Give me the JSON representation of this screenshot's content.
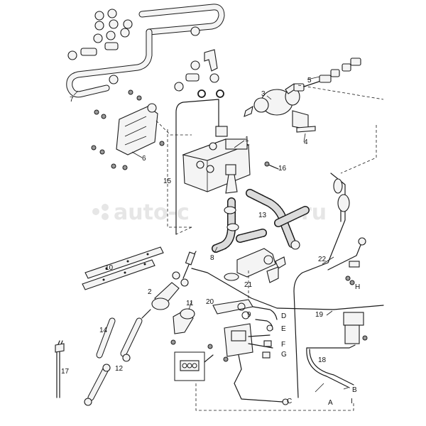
{
  "watermark": "auto-c",
  "watermark_tail": "ru",
  "callouts": {
    "n1": "1",
    "n2": "2",
    "n3": "3",
    "n4": "4",
    "n5": "5",
    "n6": "6",
    "n7": "7",
    "n8": "8",
    "n9": "9",
    "n10": "10",
    "n11": "11",
    "n12": "12",
    "n13": "13",
    "n14": "14",
    "n15": "15",
    "n16": "16",
    "n17": "17",
    "n18": "18",
    "n19": "19",
    "n20": "20",
    "n21": "21",
    "n22": "22",
    "A": "A",
    "B": "B",
    "C": "C",
    "D": "D",
    "E": "E",
    "F": "F",
    "G": "G",
    "H": "H",
    "I": "I"
  }
}
